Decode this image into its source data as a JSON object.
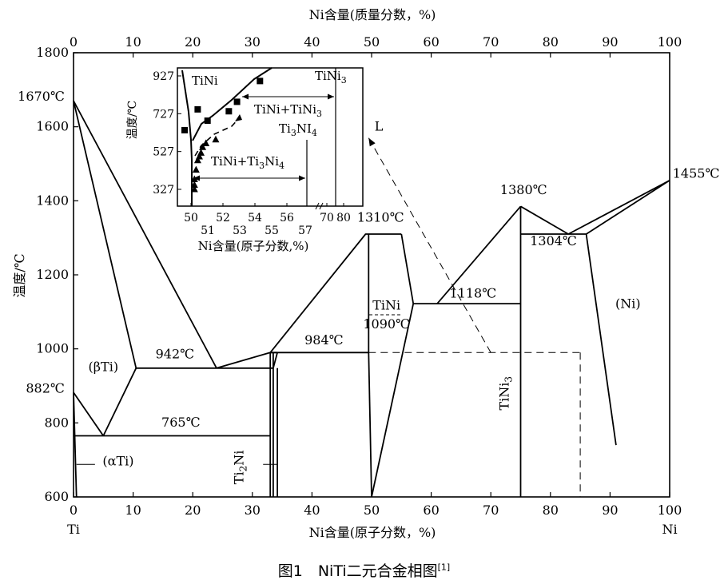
{
  "caption": {
    "text": "图1　NiTi二元合金相图",
    "ref": "[1]"
  },
  "chart_data": {
    "type": "phase-diagram",
    "title": "",
    "xlabel_bottom": "Ni含量(原子分数，%)",
    "xlabel_top": "Ni含量(质量分数，%)",
    "ylabel": "温度/℃",
    "xlim": [
      0,
      100
    ],
    "ylim": [
      600,
      1800
    ],
    "x_ticks": [
      0,
      10,
      20,
      30,
      40,
      50,
      60,
      70,
      80,
      90,
      100
    ],
    "x_tick_labels": [
      "0",
      "10",
      "20",
      "30",
      "40",
      "50",
      "60",
      "70",
      "80",
      "90",
      "100"
    ],
    "x_top_ticks": [
      0,
      10,
      20,
      30,
      40,
      50,
      60,
      70,
      80,
      90,
      100
    ],
    "x_top_tick_labels": [
      "0",
      "10",
      "20",
      "30",
      "40",
      "50",
      "60",
      "70",
      "80",
      "90",
      "100"
    ],
    "y_ticks": [
      600,
      800,
      1000,
      1200,
      1400,
      1600,
      1800
    ],
    "y_tick_labels": [
      "600",
      "800",
      "1000",
      "1200",
      "1400",
      "1600",
      "1800"
    ],
    "axis_end_labels": {
      "left": "Ti",
      "right": "Ni"
    },
    "solid_lines": [
      [
        [
          0,
          1670
        ],
        [
          24,
          948
        ]
      ],
      [
        [
          0,
          1670
        ],
        [
          10.5,
          948
        ]
      ],
      [
        [
          10.5,
          948
        ],
        [
          5,
          765
        ]
      ],
      [
        [
          0,
          882
        ],
        [
          5,
          765
        ]
      ],
      [
        [
          0,
          882
        ],
        [
          0.5,
          600
        ]
      ],
      [
        [
          10.5,
          948
        ],
        [
          24,
          948
        ]
      ],
      [
        [
          24,
          948
        ],
        [
          33,
          990
        ]
      ],
      [
        [
          33,
          990
        ],
        [
          49,
          1310
        ],
        [
          55,
          1310
        ]
      ],
      [
        [
          33,
          990
        ],
        [
          49.5,
          990
        ]
      ],
      [
        [
          0,
          765
        ],
        [
          33,
          765
        ]
      ],
      [
        [
          24,
          948
        ],
        [
          33.5,
          948
        ]
      ],
      [
        [
          33,
          990
        ],
        [
          33,
          600
        ]
      ],
      [
        [
          33.5,
          990
        ],
        [
          33.5,
          600
        ]
      ],
      [
        [
          34.2,
          948
        ],
        [
          34.2,
          600
        ]
      ],
      [
        [
          33,
          990
        ],
        [
          34.2,
          990
        ]
      ],
      [
        [
          33.5,
          948
        ],
        [
          34.2,
          990
        ]
      ],
      [
        [
          49.5,
          1310
        ],
        [
          49.5,
          990
        ]
      ],
      [
        [
          49.5,
          990
        ],
        [
          50,
          600
        ]
      ],
      [
        [
          50,
          600
        ],
        [
          57,
          1122
        ]
      ],
      [
        [
          55,
          1310
        ],
        [
          57,
          1122
        ]
      ],
      [
        [
          57,
          1122
        ],
        [
          75,
          1122
        ]
      ],
      [
        [
          61,
          1122
        ],
        [
          75,
          1385
        ]
      ],
      [
        [
          75,
          1385
        ],
        [
          83,
          1310
        ]
      ],
      [
        [
          75,
          1385
        ],
        [
          75,
          600
        ]
      ],
      [
        [
          75,
          1310
        ],
        [
          86,
          1310
        ]
      ],
      [
        [
          83,
          1310
        ],
        [
          100,
          1455
        ]
      ],
      [
        [
          86,
          1310
        ],
        [
          100,
          1455
        ]
      ],
      [
        [
          86,
          1310
        ],
        [
          91,
          740
        ]
      ]
    ],
    "dashed_lines": [
      [
        [
          49.5,
          990
        ],
        [
          85,
          990
        ]
      ],
      [
        [
          85,
          990
        ],
        [
          85,
          600
        ]
      ],
      [
        [
          70,
          990
        ],
        [
          49.5,
          1570
        ]
      ]
    ],
    "labels": [
      {
        "text": "1670℃",
        "x": -1.5,
        "y": 1670,
        "anchor": "end"
      },
      {
        "text": "882℃",
        "x": -1.5,
        "y": 882,
        "anchor": "end"
      },
      {
        "text": "942℃",
        "x": 17,
        "y": 975,
        "anchor": "middle"
      },
      {
        "text": "765℃",
        "x": 18,
        "y": 790,
        "anchor": "middle"
      },
      {
        "text": "984℃",
        "x": 42,
        "y": 1012,
        "anchor": "middle"
      },
      {
        "text": "(βTi)",
        "x": 5,
        "y": 940,
        "anchor": "middle"
      },
      {
        "text": "(αTi)",
        "x": 7.5,
        "y": 685,
        "anchor": "middle"
      },
      {
        "text": "1310℃",
        "x": 51.5,
        "y": 1343,
        "anchor": "middle"
      },
      {
        "text": "1380℃",
        "x": 75.5,
        "y": 1418,
        "anchor": "middle"
      },
      {
        "text": "1304℃",
        "x": 80.5,
        "y": 1280,
        "anchor": "middle"
      },
      {
        "text": "1455℃",
        "x": 100.5,
        "y": 1462,
        "anchor": "start"
      },
      {
        "text": "1118℃",
        "x": 67,
        "y": 1138,
        "anchor": "middle"
      },
      {
        "text": "TiNi",
        "x": 52.5,
        "y": 1106,
        "anchor": "middle"
      },
      {
        "text": "1090℃",
        "x": 52.5,
        "y": 1055,
        "anchor": "middle"
      },
      {
        "text": "(Ni)",
        "x": 93,
        "y": 1110,
        "anchor": "middle"
      },
      {
        "text": "L",
        "x": 50.5,
        "y": 1590,
        "anchor": "start"
      },
      {
        "text": "Ti2Ni",
        "x": 28.5,
        "y": 680,
        "anchor": "middle",
        "rotate": true
      },
      {
        "text": "TiNi3",
        "x": 73,
        "y": 880,
        "anchor": "middle",
        "rotate": true
      }
    ],
    "inset": {
      "ylabel": "温度/℃",
      "xlabel": "Ni含量(原子分数,%)",
      "y_ticks": [
        327,
        527,
        727,
        927
      ],
      "y_tick_labels": [
        "327",
        "527",
        "727",
        "927"
      ],
      "x_ticks_row1": [
        "50",
        "52",
        "54",
        "56",
        "70",
        "80"
      ],
      "x_ticks_row2": [
        "51",
        "53",
        "55",
        "57"
      ],
      "squares": [
        [
          49.5,
          640
        ],
        [
          50.3,
          750
        ],
        [
          50.9,
          690
        ],
        [
          52.2,
          740
        ],
        [
          52.7,
          790
        ],
        [
          54.1,
          900
        ]
      ],
      "triangles": [
        [
          50.1,
          327
        ],
        [
          50.1,
          350
        ],
        [
          50.1,
          380
        ],
        [
          50.2,
          430
        ],
        [
          50.3,
          480
        ],
        [
          50.4,
          500
        ],
        [
          50.5,
          520
        ],
        [
          50.6,
          550
        ],
        [
          50.8,
          570
        ],
        [
          51.4,
          590
        ]
      ],
      "labels": {
        "tini": "TiNi",
        "tini3": "TiNi3",
        "tini_tini3": "TiNi+TiNi3",
        "ti3ni4": "Ti3NI4",
        "tini_ti3ni4": "TiNi+Ti3Ni4"
      }
    }
  }
}
